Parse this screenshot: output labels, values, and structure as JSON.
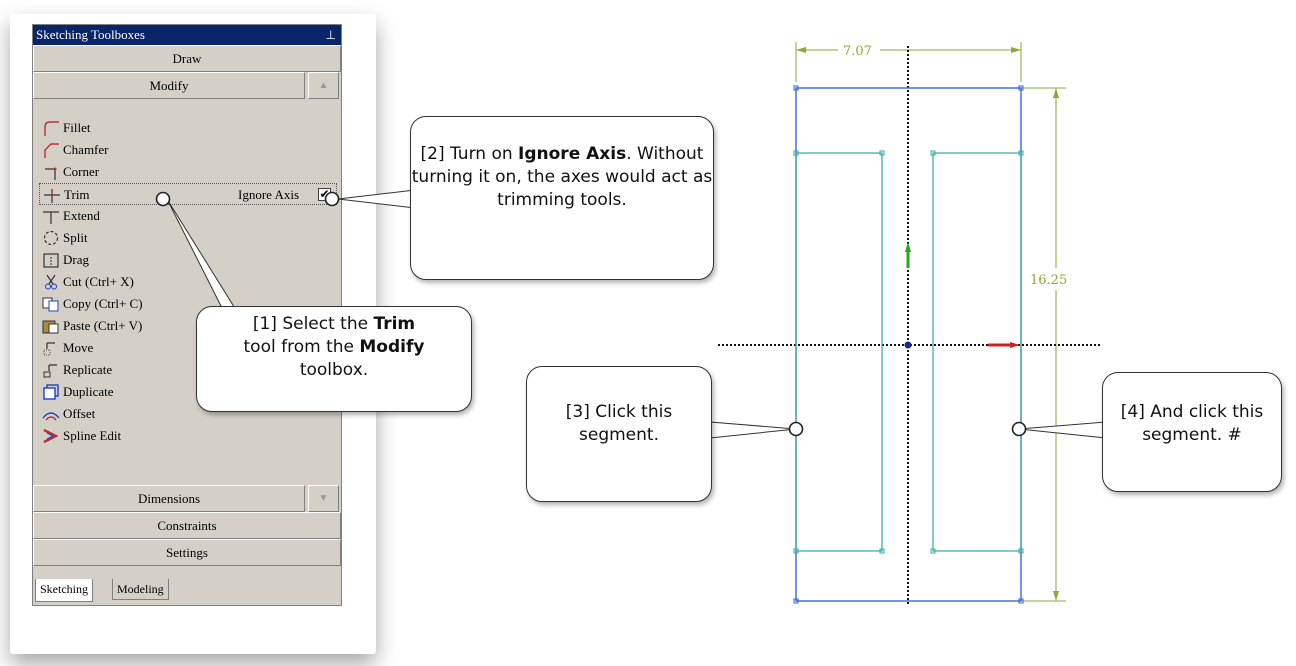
{
  "panel": {
    "title": "Sketching Toolboxes",
    "pin_icon": "pin-icon",
    "groups": {
      "draw": "Draw",
      "modify": "Modify",
      "dimensions": "Dimensions",
      "constraints": "Constraints",
      "settings": "Settings"
    },
    "tools": [
      {
        "label": "Fillet",
        "icon": "fillet-icon"
      },
      {
        "label": "Chamfer",
        "icon": "chamfer-icon"
      },
      {
        "label": "Corner",
        "icon": "corner-icon"
      },
      {
        "label": "Trim",
        "icon": "trim-icon"
      },
      {
        "label": "Extend",
        "icon": "extend-icon"
      },
      {
        "label": "Split",
        "icon": "split-icon"
      },
      {
        "label": "Drag",
        "icon": "drag-icon"
      },
      {
        "label": "Cut (Ctrl+ X)",
        "icon": "cut-icon"
      },
      {
        "label": "Copy (Ctrl+ C)",
        "icon": "copy-icon"
      },
      {
        "label": "Paste (Ctrl+ V)",
        "icon": "paste-icon"
      },
      {
        "label": "Move",
        "icon": "move-icon"
      },
      {
        "label": "Replicate",
        "icon": "replicate-icon"
      },
      {
        "label": "Duplicate",
        "icon": "duplicate-icon"
      },
      {
        "label": "Offset",
        "icon": "offset-icon"
      },
      {
        "label": "Spline Edit",
        "icon": "spline-edit-icon"
      }
    ],
    "ignore_axis_label": "Ignore Axis",
    "ignore_axis_checked": true,
    "tabs": [
      "Sketching",
      "Modeling"
    ]
  },
  "callouts": {
    "c1": {
      "pre": "[1] Select the ",
      "b1": "Trim",
      "mid": " tool from the ",
      "b2": "Modify",
      "post": " toolbox."
    },
    "c2": {
      "pre": "[2] Turn on ",
      "b1": "Ignore Axis",
      "post": ". Without turning it on, the axes would act as trimming tools."
    },
    "c3": {
      "text": "[3] Click this segment."
    },
    "c4": {
      "text": "[4] And click this segment. #"
    }
  },
  "dimensions": {
    "width": "7.07",
    "height": "16.25"
  },
  "colors": {
    "outline": "#3366dd",
    "inner": "#33aaaa",
    "dimension": "#8aaa33",
    "title_bar": "#0a246a"
  }
}
